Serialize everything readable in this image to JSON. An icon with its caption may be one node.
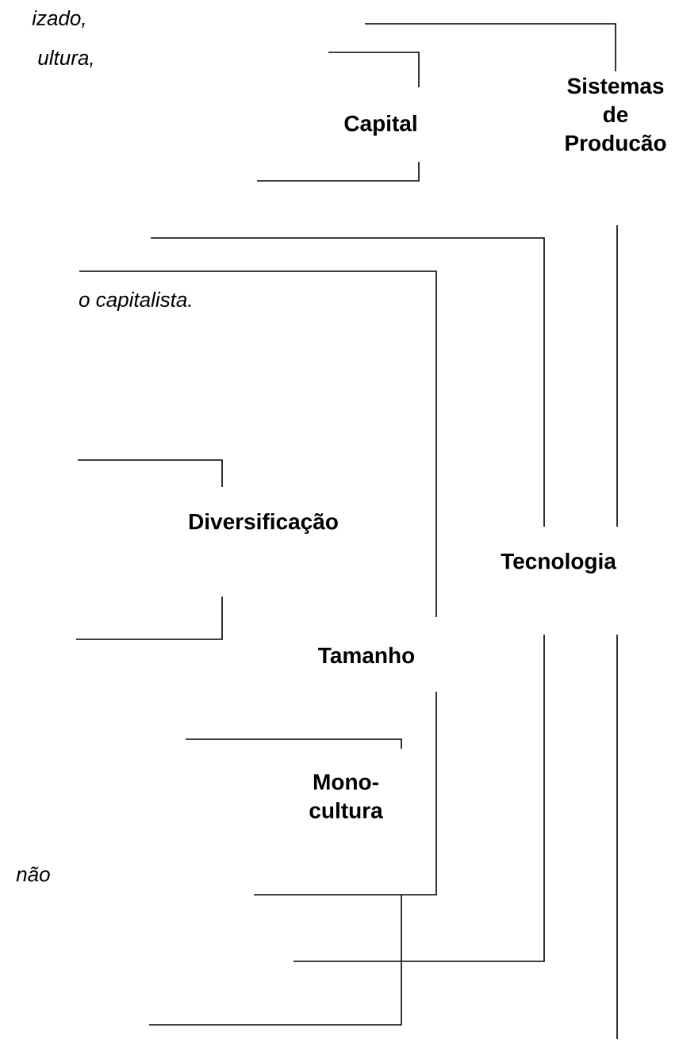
{
  "diagram": {
    "nodes": [
      {
        "text": [
          "Sistemas de Producão"
        ]
      },
      {
        "text": [
          "Capital"
        ]
      },
      {
        "text": [
          "Tecnologia"
        ]
      },
      {
        "text": [
          "Diversificação"
        ]
      },
      {
        "text": [
          "Tamanho"
        ]
      },
      {
        "text": [
          "Mono- cultura"
        ]
      }
    ],
    "labels": [
      "izado,",
      "ultura,",
      "o capitalista.",
      "não"
    ]
  }
}
